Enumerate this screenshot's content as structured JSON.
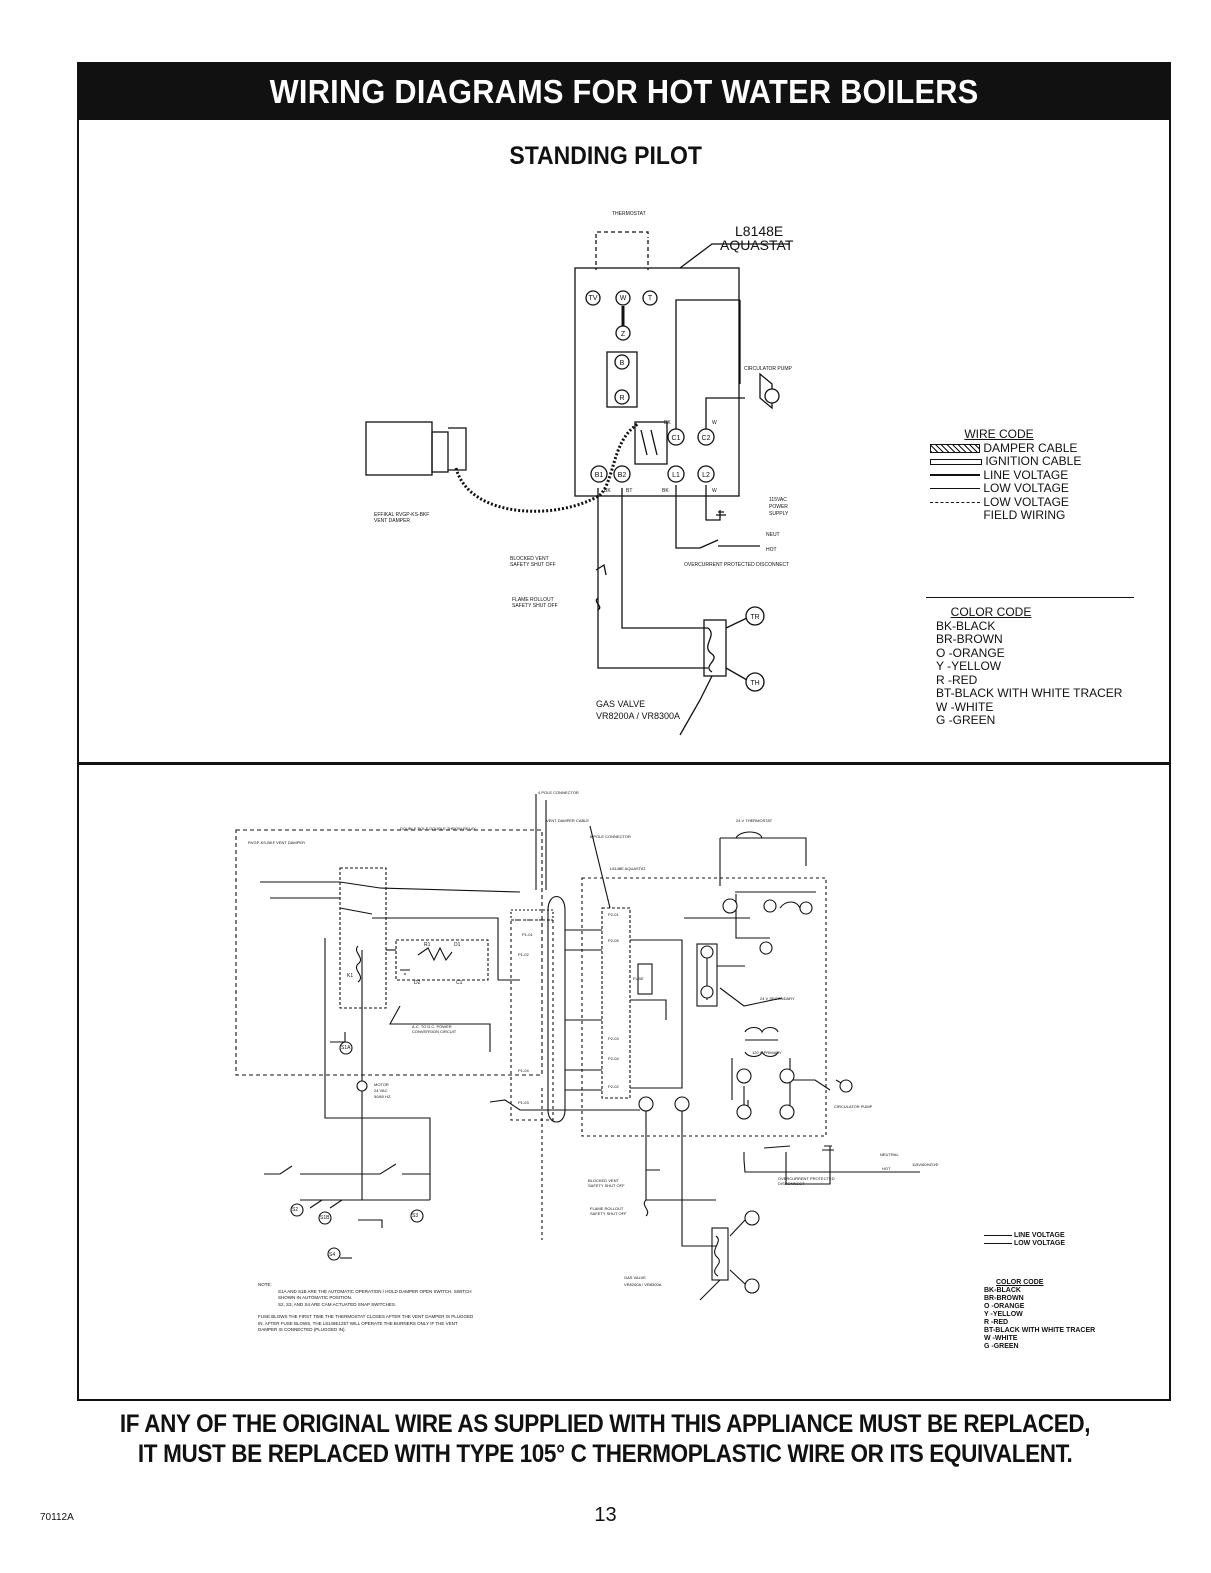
{
  "header": {
    "title": "WIRING DIAGRAMS FOR HOT WATER BOILERS",
    "subtitle": "STANDING PILOT"
  },
  "diagram1": {
    "thermostat": "THERMOSTAT",
    "aquastat_model": "L8148E",
    "aquastat": "AQUASTAT",
    "terminals": {
      "tv": "TV",
      "w": "W",
      "t": "T",
      "z": "Z",
      "b": "B",
      "r": "R",
      "c1": "C1",
      "c2": "C2",
      "b1": "B1",
      "b2": "B2",
      "l1": "L1",
      "l2": "L2",
      "tr": "TR",
      "th": "TH"
    },
    "circulator_pump": "CIRCULATOR PUMP",
    "damper": "EFFIKAL RVGP-KS-BKF\nVENT DAMPER",
    "blocked_vent": "BLOCKED VENT\nSAFETY SHUT OFF",
    "flame_rollout": "FLAME ROLLOUT\nSAFETY SHUT OFF",
    "gas_valve": "GAS VALVE\nVR8200A / VR8300A",
    "power_supply": "115VAC\nPOWER\nSUPPLY",
    "neut": "NEUT",
    "hot": "HOT",
    "overcurrent": "OVERCURRENT PROTECTED DISCONNECT",
    "wire_labels": {
      "bk": "BK",
      "w": "W",
      "br": "BR",
      "bt": "BT"
    }
  },
  "wire_code": {
    "heading": "WIRE CODE",
    "items": [
      "DAMPER CABLE",
      "IGNITION CABLE",
      "LINE VOLTAGE",
      "LOW VOLTAGE",
      "LOW VOLTAGE\nFIELD WIRING"
    ]
  },
  "color_code": {
    "heading": "COLOR CODE",
    "items": [
      "BK-BLACK",
      "BR-BROWN",
      "O -ORANGE",
      "Y -YELLOW",
      "R -RED",
      "BT-BLACK WITH WHITE TRACER",
      "W -WHITE",
      "G -GREEN"
    ]
  },
  "diagram2": {
    "four_pole": "4 POLE CONNECTOR",
    "vent_damper_cable": "VENT DAMPER CABLE",
    "six_pole": "6 POLE CONNECTOR",
    "aquastat": "L8148E AQUASTAT",
    "relay": "DOUBLE POLE DOUBLE THROW RELAY",
    "damper": "RVGP-KS-BKF VENT DAMPER",
    "thermostat": "24 V THERMOSTAT",
    "secondary": "24 V SECONDARY",
    "primary": "120 V PRIMARY",
    "converter": "A.C. TO D.C. POWER\nCONVERSION CIRCUIT",
    "motor": "MOTOR\n24 VAC\n50/60 HZ.",
    "circulator": "CIRCULATOR PUMP",
    "neutral": "NEUTRAL",
    "hot": "HOT",
    "supply": "115V/60HZ/1Φ",
    "overcurrent": "OVERCURRENT PROTECTED\nDISCONNECT",
    "blocked_vent": "BLOCKED VENT\nSAFETY SHUT OFF",
    "flame_rollout": "FLAME ROLLOUT\nSAFETY SHUT OFF",
    "gas_valve": "GAS VALVE\nVR8200A / VR8300A",
    "fuse": "FUSE",
    "note_label": "NOTE:",
    "notes": [
      "S1A AND S1B ARE THE AUTOMATIC OPERATION / HOLD DAMPER OPEN SWITCH. SWITCH",
      "SHOWN IN AUTOMATIC POSITION.",
      "S2, S3, AND S4 ARE CAM ACTUATED SNAP SWITCHES.",
      "FUSE BLOWS THE FIRST TIME THE THERMOSTAT CLOSES AFTER THE VENT DAMPER IS PLUGGED",
      "IN. AFTER FUSE BLOWS, THE L8148E1257 WILL OPERATE THE BURNERS ONLY IF THE VENT",
      "DAMPER IS CONNECTED (PLUGGED IN)."
    ],
    "connector_pins": [
      "P1-01",
      "P1-02",
      "P1-04",
      "P1-03",
      "P2-01",
      "P2-05",
      "P2-03",
      "P2-04",
      "P2-02"
    ],
    "switches": [
      "S1A",
      "S1B",
      "S2",
      "S3",
      "S4"
    ],
    "relay_labels": [
      "K1",
      "R1",
      "D1",
      "D2",
      "C1"
    ]
  },
  "wire_code2": {
    "items": [
      "LINE VOLTAGE",
      "LOW VOLTAGE"
    ]
  },
  "color_code2": {
    "heading": "COLOR CODE",
    "items": [
      "BK-BLACK",
      "BR-BROWN",
      "O -ORANGE",
      "Y -YELLOW",
      "R -RED",
      "BT-BLACK WITH WHITE TRACER",
      "W -WHITE",
      "G -GREEN"
    ]
  },
  "footer": {
    "line1": "IF ANY OF THE ORIGINAL WIRE AS SUPPLIED WITH THIS APPLIANCE MUST BE REPLACED,",
    "line2": "IT MUST BE REPLACED WITH TYPE 105° C THERMOPLASTIC WIRE OR ITS EQUIVALENT.",
    "page_number": "13",
    "doc_number": "70112A"
  }
}
